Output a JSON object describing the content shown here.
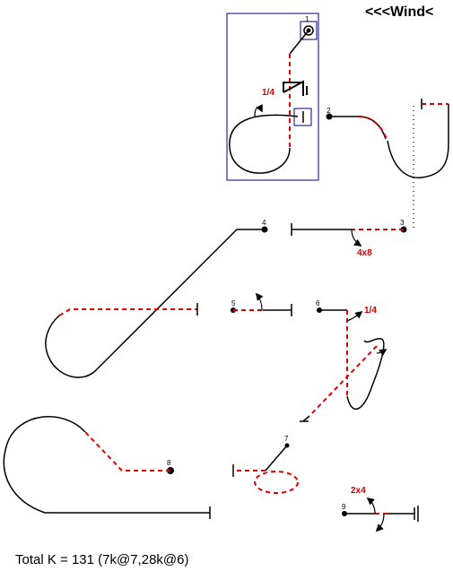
{
  "wind_label": "<<<Wind<",
  "total_label": "Total K = 131 (7k@7,28k@6)",
  "figure_numbers": [
    "1",
    "2",
    "3",
    "4",
    "5",
    "6",
    "7",
    "8",
    "9"
  ],
  "roll_labels": {
    "fig1": "1/4",
    "fig3": "4x8",
    "fig6": "1/4",
    "fig9": "2x4"
  },
  "colors": {
    "line": "#000000",
    "dashed": "#e00000",
    "frame": "#000080",
    "label_red": "#cc0000"
  }
}
